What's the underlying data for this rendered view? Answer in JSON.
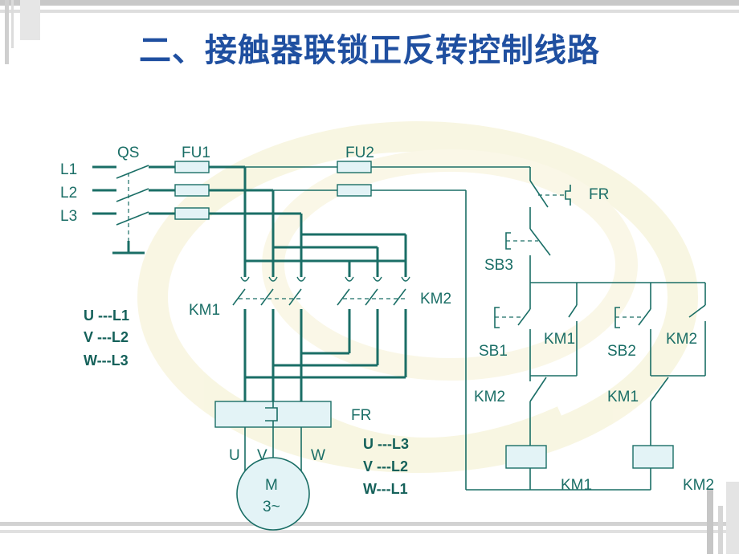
{
  "title": "二、接触器联锁正反转控制线路",
  "labels": {
    "l1": "L1",
    "l2": "L2",
    "l3": "L3",
    "qs": "QS",
    "fu1": "FU1",
    "fu2": "FU2",
    "fr_contact": "FR",
    "sb3": "SB3",
    "km1_main": "KM1",
    "km2_main": "KM2",
    "sb1": "SB1",
    "km1_hold": "KM1",
    "sb2": "SB2",
    "km2_hold": "KM2",
    "km2_interlock": "KM2",
    "km1_interlock": "KM1",
    "fr_relay": "FR",
    "u": "U",
    "v": "V",
    "w": "W",
    "motor_m": "M",
    "motor_3": "3~",
    "coil_km1": "KM1",
    "coil_km2": "KM2"
  },
  "phase_left": [
    "U ---L1",
    "V ---L2",
    "W---L3"
  ],
  "phase_right": [
    "U ---L3",
    "V ---L2",
    "W---L1"
  ]
}
